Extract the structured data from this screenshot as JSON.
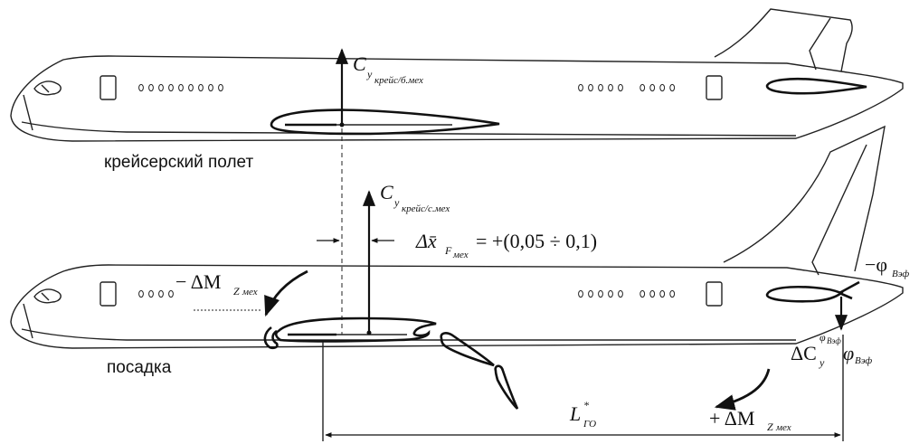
{
  "labels": {
    "cruise": "крейсерский полет",
    "landing": "посадка"
  },
  "symbols": {
    "cy_cruise_main": "C",
    "cy_cruise_sub1": "y",
    "cy_cruise_sub2": "крейс/б.мех",
    "cy_landing_main": "C",
    "cy_landing_sub1": "y",
    "cy_landing_sub2": "крейс/с.мех",
    "dx_main": "Δx̄",
    "dx_sub1": "F",
    "dx_sub2": "мех",
    "dx_value": "= +(0,05 ÷ 0,1)",
    "dm_neg_main": "− ΔM",
    "dm_neg_sub1": "Z",
    "dm_neg_sub2": "мех",
    "dm_pos_main": "+ ΔM",
    "dm_pos_sub1": "Z",
    "dm_pos_sub2": "мех",
    "phi_neg_main": "−φ",
    "phi_neg_sub": "Вэф",
    "dcy_main": "ΔC",
    "dcy_sub": "y",
    "dcy_sup1": "φ",
    "dcy_sup2": "Вэф",
    "phi_main": "φ",
    "phi_sub": "Вэф",
    "lgo_main": "L",
    "lgo_star": "*",
    "lgo_sub": "ГО"
  }
}
